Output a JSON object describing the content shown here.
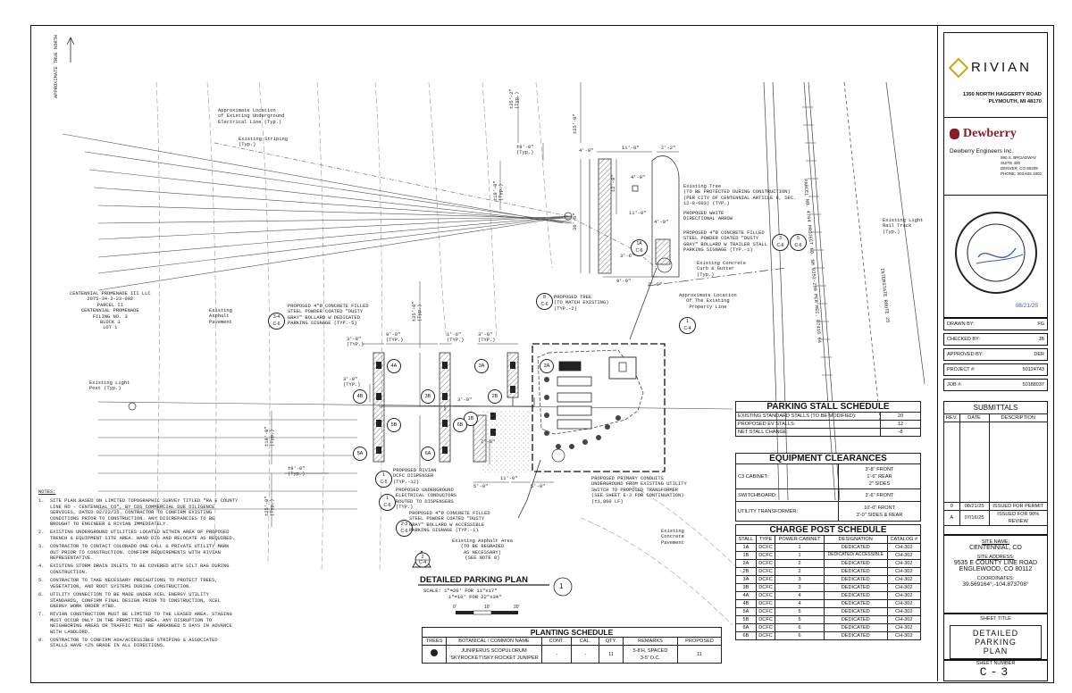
{
  "title_block": {
    "rivian_logo_text": "RIVIAN",
    "rivian_address_line1": "1350 NORTH HAGGERTY ROAD",
    "rivian_address_line2": "PLYMOUTH, MI 48170",
    "dewberry_logo_text": "Dewberry",
    "dewberry_name": "Dewberry Engineers Inc.",
    "dewberry_address": [
      "990 S. BROADWAY",
      "SUITE 400",
      "DENVER, CO 80209",
      "PHONE: 303.825.1802"
    ],
    "seal_date": "08/21/25",
    "drawn_by_label": "DRAWN BY:",
    "drawn_by": "FG",
    "checked_by_label": "CHECKED BY:",
    "checked_by": "JB",
    "approved_by_label": "APPROVED BY:",
    "approved_by": "DER",
    "project_label": "PROJECT #:",
    "project": "50124743",
    "job_label": "JOB #:",
    "job": "50188037",
    "submittals_title": "SUBMITTALS",
    "submittals_headers": [
      "REV.",
      "DATE",
      "DESCRIPTION"
    ],
    "submittals": [
      {
        "rev": "0",
        "date": "08/21/25",
        "desc": "ISSUED FOR PERMIT"
      },
      {
        "rev": "A",
        "date": "07/16/25",
        "desc": "ISSUED FOR 90% REVIEW"
      }
    ],
    "site_name_label": "SITE NAME:",
    "site_name": "CENTENNIAL, CO",
    "site_address_label": "SITE ADDRESS:",
    "site_address_line1": "9535 E COUNTY LINE ROAD",
    "site_address_line2": "ENGLEWOOD, CO 80112",
    "coordinates_label": "COORDINATES:",
    "coordinates": "39.569164°,-104.873708°",
    "sheet_title_label": "SHEET TITLE",
    "sheet_title_line1": "DETAILED PARKING",
    "sheet_title_line2": "PLAN",
    "sheet_number_label": "SHEET NUMBER",
    "sheet_number": "C-3"
  },
  "parking_stall_schedule": {
    "title": "PARKING STALL SCHEDULE",
    "rows": [
      {
        "label": "EXISTING STANDARD STALLS (TO BE MODIFIED):",
        "value": "20"
      },
      {
        "label": "PROPOSED EV STALLS:",
        "value": "12"
      },
      {
        "label": "NET STALL CHANGE:",
        "value": "-8"
      }
    ]
  },
  "equipment_clearances": {
    "title": "EQUIPMENT CLEARANCES",
    "rows": [
      {
        "label": "C3 CABINET:",
        "value": "3'-8\" FRONT\n1'-6\" REAR\n2\" SIDES"
      },
      {
        "label": "SWITCHBOARD:",
        "value": "3'-6\" FRONT"
      },
      {
        "label": "UTILITY TRANSFORMER:",
        "value": "10'-0\" FRONT\n3'-0\" SIDES & REAR"
      }
    ]
  },
  "charge_post_schedule": {
    "title": "CHARGE POST SCHEDULE",
    "headers": [
      "STALL",
      "TYPE",
      "POWER CABINET",
      "DESIGNATION",
      "CATALOG #"
    ],
    "rows": [
      [
        "1A",
        "DCFC",
        "1",
        "DEDICATED",
        "CH-302"
      ],
      [
        "1B",
        "DCFC",
        "1",
        "DEDICATED/ ACCESSIBLE",
        "CH-302"
      ],
      [
        "2A",
        "DCFC",
        "2",
        "DEDICATED",
        "CH-302"
      ],
      [
        "2B",
        "DCFC",
        "2",
        "DEDICATED",
        "CH-302"
      ],
      [
        "3A",
        "DCFC",
        "3",
        "DEDICATED",
        "CH-302"
      ],
      [
        "3B",
        "DCFC",
        "3",
        "DEDICATED",
        "CH-302"
      ],
      [
        "4A",
        "DCFC",
        "4",
        "DEDICATED",
        "CH-302"
      ],
      [
        "4B",
        "DCFC",
        "4",
        "DEDICATED",
        "CH-302"
      ],
      [
        "5A",
        "DCFC",
        "5",
        "DEDICATED",
        "CH-302"
      ],
      [
        "5B",
        "DCFC",
        "5",
        "DEDICATED",
        "CH-302"
      ],
      [
        "6A",
        "DCFC",
        "6",
        "DEDICATED",
        "CH-302"
      ],
      [
        "6B",
        "DCFC",
        "6",
        "DEDICATED",
        "CH-302"
      ]
    ]
  },
  "planting_schedule": {
    "title": "PLANTING SCHEDULE",
    "headers": [
      "TREES",
      "BOTANICAL / COMMON NAME",
      "CONT.",
      "CAL.",
      "QTY.",
      "REMARKS",
      "PROPOSED"
    ],
    "row": {
      "name": "JUNIPERUS SCOPULORUM\n'SKYROCKET'/SKY ROCKET JUNIPER",
      "cont": "-",
      "cal": "-",
      "qty": "11",
      "remarks": "5-8'H, SPACED\n3-5' O.C.",
      "proposed": "11"
    }
  },
  "plan_title": {
    "title": "DETAILED PARKING PLAN",
    "scale1": "SCALE: 1\"=20' FOR 11\"x17\"",
    "scale2": "1\"=10' FOR 22\"x34\"",
    "number": "1",
    "scale_ticks": [
      "0'",
      "10'",
      "20'"
    ]
  },
  "notes": {
    "heading": "NOTES:",
    "items": [
      "1.  SITE PLAN BASED ON LIMITED TOPOGRAPHIC SURVEY TITLED \"RA E COUNTY\n    LINE RD - CENTENNIAL CO\", BY CDS COMMERCIAL DUE DILIGENCE\n    SERVICES, DATED 02/22/25. CONTRACTOR TO CONFIRM EXISTING\n    CONDITIONS PRIOR TO CONSTRUCTION. ANY DISCREPANCIES TO BE\n    BROUGHT TO ENGINEER & RIVIAN IMMEDIATELY.",
      "2.  EXISTING UNDERGROUND UTILITIES LOCATED WITHIN AREA OF PROPOSED\n    TRENCH & EQUIPMENT SITE AREA. HAND DIG AND RELOCATE AS REQUIRED.",
      "3.  CONTRACTOR TO CONTACT COLORADO ONE CALL & PRIVATE UTILITY MARK\n    OUT PRIOR TO CONSTRUCTION. CONFIRM REQUIREMENTS WITH RIVIAN\n    REPRESENTATIVE.",
      "4.  EXISTING STORM DRAIN INLETS TO BE COVERED WITH SILT BAG DURING\n    CONSTRUCTION.",
      "5.  CONTRACTOR TO TAKE NECESSARY PRECAUTIONS TO PROTECT TREES,\n    VEGETATION, AND ROOT SYSTEMS DURING CONSTRUCTION.",
      "6.  UTILITY CONNECTION TO BE MADE UNDER XCEL ENERGY UTILITY\n    STANDARDS, CONFIRM FINAL DESIGN PRIOR TO CONSTRUCTION, XCEL\n    ENERGY WORK ORDER #TBD.",
      "7.  RIVIAN CONSTRUCTION MUST BE LIMITED TO THE LEASED AREA. STAGING\n    MUST OCCUR ONLY IN THE PERMITTED AREA. ANY DISRUPTION TO\n    NEIGHBORING AREAS OR TRAFFIC MUST BE ARRANGED 5 DAYS IN ADVANCE\n    WITH LANDLORD.",
      "8.  CONTRACTOR TO CONFIRM ADA/ACCESSIBLE STRIPING & ASSOCIATED\n    STALLS HAVE <2% GRADE IN ALL DIRECTIONS."
    ]
  },
  "plan_labels": {
    "north": "APPROXIMATE TRUE NORTH",
    "parcel": "CENTENNIAL PROMENADE III LLC\n2075-34-3-23-002\nPARCEL II\nCENTENNIAL PROMENADE\nFILING NO. 3\nBLOCK 1\nLOT 1",
    "underground_elec": "Approximate Location\nof Existing Underground\nElectrical Line (Typ.)",
    "striping": "Existing Striping\n(Typ.)",
    "asphalt": "Existing\nAsphalt\nPavement",
    "light_post": "Existing Light\nPost (Typ.)",
    "tree_protect": "Existing Tree\n(TO BE PROTECTED DURING CONSTRUCTION)\n(PER CITY OF CENTENNIAL ARTICLE 8, SEC.\n12-8-603) (TYP.)",
    "arrow": "PROPOSED WHITE\nDIRECTIONAL ARROW",
    "bollard_trailer": "PROPOSED 4\"Ø CONCRETE FILLED\nSTEEL POWDER COATED \"DUSTY\nGRAY\" BOLLARD W TRAILER STALL\nPARKING SIGNAGE (TYP.-1)",
    "curb": "Existing Concrete\nCurb & Gutter\n(Typ.)",
    "new_tree": "PROPOSED TREE\n(TO MATCH EXISTING)\n(TYP.-2)",
    "property_line": "Approximate Location\nOf The Existing\nProperty Line",
    "bollard_dedicated": "PROPOSED 4\"Ø CONCRETE FILLED\nSTEEL POWDER COATED \"DUSTY\nGRAY\" BOLLARD W DEDICATED\nPARKING SIGNAGE (TYP.-5)",
    "dispenser": "PROPOSED RIVIAN\nDCFC DISPENSER\n(TYP.-12)",
    "conductors": "PROPOSED UNDERGROUND\nELECTRICAL CONDUCTORS\nROUTED TO DISPENSERS\n(TYP.)",
    "bollard_accessible": "PROPOSED 4\"Ø CONCRETE FILLED\nSTEEL POWDER COATED \"DUSTY\nGRAY\" BOLLARD W ACCESSIBLE\nPARKING SIGNAGE (TYP.-1)",
    "regrade": "Existing Asphalt Area\n(TO BE REGRADED\nAS NECESSARY)\n(SEE NOTE 8)",
    "conduits": "PROPOSED PRIMARY CONDUITS\nUNDERGROUND FROM EXISTING UTILITY\nSWITCH TO PROPOSED TRANSFORMER\n(SEE SHEET E-3 FOR CONTINUATION)\n(±1,860 LF)",
    "concrete_pave": "Existing\nConcrete\nPavement",
    "rail": "Existing Light\nRail Track\n(Typ.)",
    "parcel_ne": "PARCEL NO. 4764 PROJECT NO. NH 0252-299 PER REC. B7416 64",
    "interstate": "INTERSTATE ROUTE 25",
    "stalls": [
      "1A",
      "1B",
      "2A",
      "2B",
      "3A",
      "3B",
      "4A",
      "4B",
      "5A",
      "5B",
      "6A",
      "6B"
    ],
    "dims": {
      "d25a": "±25'-2\"\n(Typ.)",
      "d9a": "±9'-0\"\n(Typ.)",
      "d25b": "±25'-0\"",
      "d11": "11'-0\"",
      "d22": "2'-2\"",
      "d49": "4'-9\"",
      "d36": "36'-0\"",
      "d18a": "±18'-0\"\n(Typ.)",
      "d12": "12'-0\"",
      "d40a": "4'-0\"",
      "d11b": "11'-0\"",
      "d40b": "4'-0\"",
      "d36b": "3'-6\"",
      "d90": "9'-0\"",
      "d70": "7'-0\"",
      "d38": "3'-8\"\n(TYP.)",
      "d9b": "9'-0\"\n(TYP.)",
      "d16": "1'-6\"\n(TYP.)",
      "d3a": "3'-0\"\n(TYP.)",
      "d3b": "3'-0\"\n(TYP.)",
      "d25c": "±25'-0\"\n(Typ.)",
      "d18b": "±18'-0\"\n(Typ.)",
      "d9c": "±9'-0\"\n(Typ.)",
      "d25d": "±25'-0\"\n(Typ.)",
      "d30": "3'-0\"",
      "d50a": "5'-0\"",
      "d11c": "11'-0\"",
      "d50b": "5'-0\"",
      "d70b": "7'-0\""
    },
    "callouts": [
      {
        "top": "1A",
        "bot": "C-6"
      },
      {
        "top": "3",
        "bot": "C-6"
      },
      {
        "top": "5",
        "bot": "C-6"
      },
      {
        "top": "8",
        "bot": "C-6"
      },
      {
        "top": "1",
        "bot": "C-4"
      },
      {
        "top": "3-4",
        "bot": "C-6"
      },
      {
        "top": "1",
        "bot": "C-5"
      },
      {
        "top": "1",
        "bot": "C-6"
      },
      {
        "top": "2-3",
        "bot": "C-6"
      },
      {
        "top": "2",
        "bot": "C-4"
      }
    ]
  }
}
